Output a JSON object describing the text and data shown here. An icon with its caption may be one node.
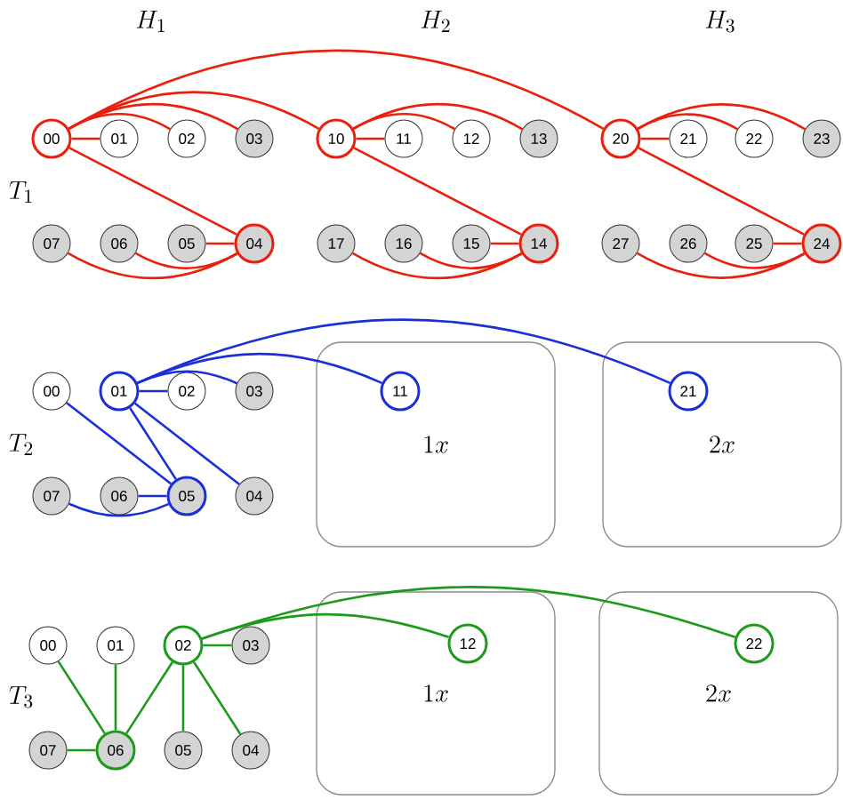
{
  "diagram": {
    "nodes": [
      {
        "text": [
          "00"
        ]
      },
      {
        "text": [
          "01"
        ]
      },
      {
        "text": [
          "02"
        ]
      },
      {
        "text": [
          "03"
        ]
      },
      {
        "text": [
          "10"
        ]
      },
      {
        "text": [
          "11"
        ]
      },
      {
        "text": [
          "12"
        ]
      },
      {
        "text": [
          "13"
        ]
      },
      {
        "text": [
          "20"
        ]
      },
      {
        "text": [
          "21"
        ]
      },
      {
        "text": [
          "22"
        ]
      },
      {
        "text": [
          "23"
        ]
      },
      {
        "text": [
          "07"
        ]
      },
      {
        "text": [
          "06"
        ]
      },
      {
        "text": [
          "05"
        ]
      },
      {
        "text": [
          "04"
        ]
      },
      {
        "text": [
          "17"
        ]
      },
      {
        "text": [
          "16"
        ]
      },
      {
        "text": [
          "15"
        ]
      },
      {
        "text": [
          "14"
        ]
      },
      {
        "text": [
          "27"
        ]
      },
      {
        "text": [
          "26"
        ]
      },
      {
        "text": [
          "25"
        ]
      },
      {
        "text": [
          "24"
        ]
      },
      {
        "text": [
          "00"
        ]
      },
      {
        "text": [
          "01"
        ]
      },
      {
        "text": [
          "02"
        ]
      },
      {
        "text": [
          "03"
        ]
      },
      {
        "text": [
          "1x"
        ]
      },
      {
        "text": [
          "11"
        ],
        "in": 28
      },
      {
        "text": [
          "2x"
        ]
      },
      {
        "text": [
          "21"
        ],
        "in": 30
      },
      {
        "text": [
          "07"
        ]
      },
      {
        "text": [
          "06"
        ]
      },
      {
        "text": [
          "05"
        ]
      },
      {
        "text": [
          "04"
        ]
      },
      {
        "text": [
          "00"
        ]
      },
      {
        "text": [
          "01"
        ]
      },
      {
        "text": [
          "02"
        ]
      },
      {
        "text": [
          "03"
        ]
      },
      {
        "text": [
          "1x"
        ]
      },
      {
        "text": [
          "12"
        ],
        "in": 40
      },
      {
        "text": [
          "2x"
        ]
      },
      {
        "text": [
          "22"
        ],
        "in": 42
      },
      {
        "text": [
          "07"
        ]
      },
      {
        "text": [
          "06"
        ]
      },
      {
        "text": [
          "05"
        ]
      },
      {
        "text": [
          "04"
        ]
      }
    ],
    "edges": [
      {
        "from": 0,
        "to": 1,
        "arrow": "none",
        "color": "#e8200c"
      },
      {
        "from": 0,
        "to": 2,
        "arrow": "none",
        "color": "#e8200c"
      },
      {
        "from": 0,
        "to": 3,
        "arrow": "none",
        "color": "#e8200c"
      },
      {
        "from": 0,
        "to": 4,
        "arrow": "none",
        "color": "#e8200c"
      },
      {
        "from": 0,
        "to": 8,
        "arrow": "none",
        "color": "#e8200c"
      },
      {
        "from": 0,
        "to": 15,
        "arrow": "none",
        "color": "#e8200c"
      },
      {
        "from": 15,
        "to": 14,
        "arrow": "none",
        "color": "#e8200c"
      },
      {
        "from": 15,
        "to": 13,
        "arrow": "none",
        "color": "#e8200c"
      },
      {
        "from": 15,
        "to": 12,
        "arrow": "none",
        "color": "#e8200c"
      },
      {
        "from": 4,
        "to": 5,
        "arrow": "none",
        "color": "#e8200c"
      },
      {
        "from": 4,
        "to": 6,
        "arrow": "none",
        "color": "#e8200c"
      },
      {
        "from": 4,
        "to": 7,
        "arrow": "none",
        "color": "#e8200c"
      },
      {
        "from": 4,
        "to": 19,
        "arrow": "none",
        "color": "#e8200c"
      },
      {
        "from": 19,
        "to": 18,
        "arrow": "none",
        "color": "#e8200c"
      },
      {
        "from": 19,
        "to": 17,
        "arrow": "none",
        "color": "#e8200c"
      },
      {
        "from": 19,
        "to": 16,
        "arrow": "none",
        "color": "#e8200c"
      },
      {
        "from": 8,
        "to": 9,
        "arrow": "none",
        "color": "#e8200c"
      },
      {
        "from": 8,
        "to": 10,
        "arrow": "none",
        "color": "#e8200c"
      },
      {
        "from": 8,
        "to": 11,
        "arrow": "none",
        "color": "#e8200c"
      },
      {
        "from": 8,
        "to": 23,
        "arrow": "none",
        "color": "#e8200c"
      },
      {
        "from": 23,
        "to": 22,
        "arrow": "none",
        "color": "#e8200c"
      },
      {
        "from": 23,
        "to": 21,
        "arrow": "none",
        "color": "#e8200c"
      },
      {
        "from": 23,
        "to": 20,
        "arrow": "none",
        "color": "#e8200c"
      },
      {
        "from": 25,
        "to": 26,
        "arrow": "none",
        "color": "#1a2fd8"
      },
      {
        "from": 25,
        "to": 27,
        "arrow": "none",
        "color": "#1a2fd8"
      },
      {
        "from": 25,
        "to": 29,
        "arrow": "none",
        "color": "#1a2fd8"
      },
      {
        "from": 25,
        "to": 31,
        "arrow": "none",
        "color": "#1a2fd8"
      },
      {
        "from": 25,
        "to": 34,
        "arrow": "none",
        "color": "#1a2fd8"
      },
      {
        "from": 25,
        "to": 35,
        "arrow": "none",
        "color": "#1a2fd8"
      },
      {
        "from": 24,
        "to": 34,
        "arrow": "none",
        "color": "#1a2fd8"
      },
      {
        "from": 33,
        "to": 34,
        "arrow": "none",
        "color": "#1a2fd8"
      },
      {
        "from": 34,
        "to": 32,
        "arrow": "none",
        "color": "#1a2fd8"
      },
      {
        "from": 36,
        "to": 45,
        "arrow": "none",
        "color": "#1c9a1c"
      },
      {
        "from": 37,
        "to": 45,
        "arrow": "none",
        "color": "#1c9a1c"
      },
      {
        "from": 38,
        "to": 45,
        "arrow": "none",
        "color": "#1c9a1c"
      },
      {
        "from": 44,
        "to": 45,
        "arrow": "none",
        "color": "#1c9a1c"
      },
      {
        "from": 38,
        "to": 39,
        "arrow": "none",
        "color": "#1c9a1c"
      },
      {
        "from": 38,
        "to": 46,
        "arrow": "none",
        "color": "#1c9a1c"
      },
      {
        "from": 38,
        "to": 47,
        "arrow": "none",
        "color": "#1c9a1c"
      },
      {
        "from": 38,
        "to": 41,
        "arrow": "none",
        "color": "#1c9a1c"
      },
      {
        "from": 38,
        "to": 43,
        "arrow": "none",
        "color": "#1c9a1c"
      }
    ],
    "labels": [
      "H_1",
      "H_2",
      "H_3",
      "T_1",
      "T_2",
      "T_3"
    ]
  }
}
